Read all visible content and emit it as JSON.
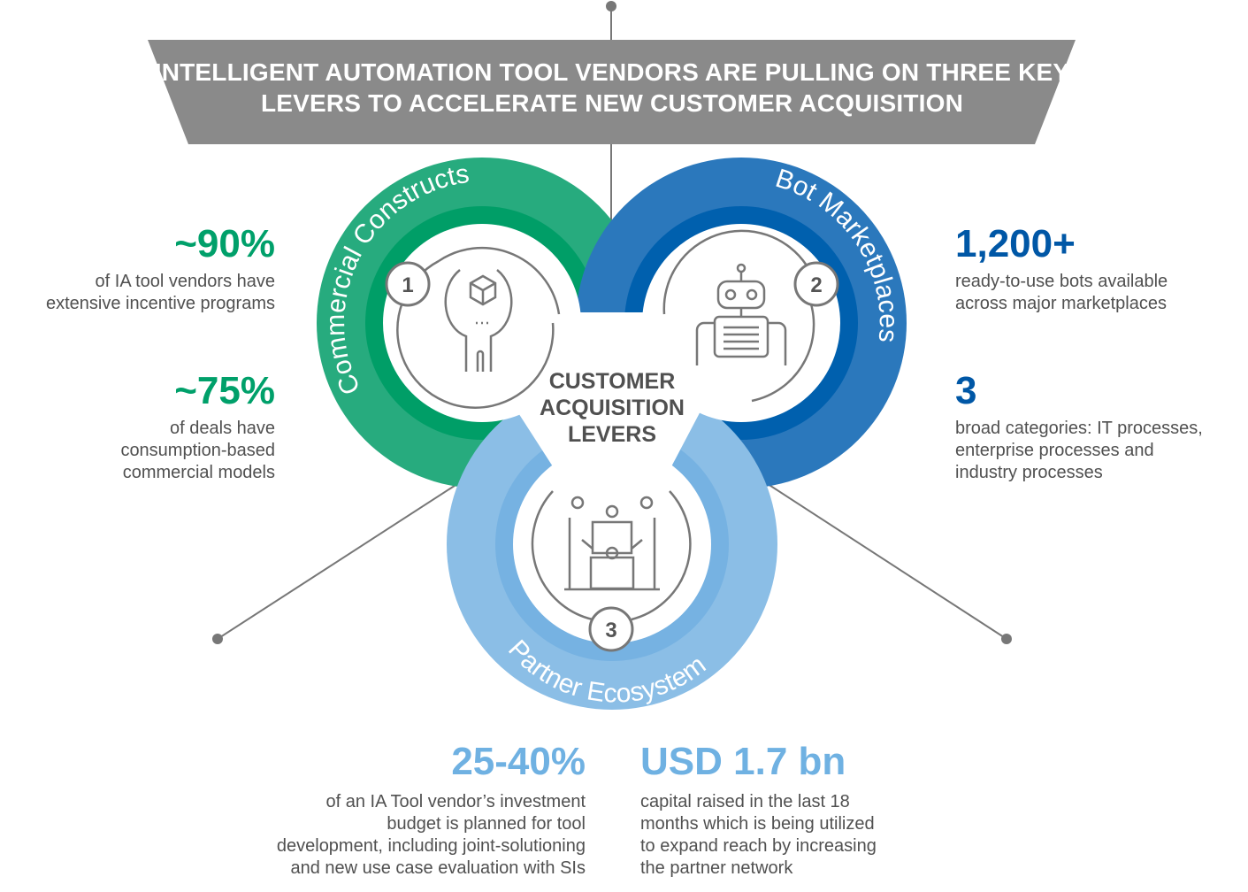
{
  "banner": {
    "line1": "INTELLIGENT AUTOMATION TOOL VENDORS ARE PULLING ON THREE KEY",
    "line2": "LEVERS TO ACCELERATE NEW CUSTOMER ACQUISITION"
  },
  "center_label": {
    "line1": "CUSTOMER",
    "line2": "ACQUISITION",
    "line3": "LEVERS"
  },
  "levers": [
    {
      "number": "1",
      "name": "Commercial Constructs",
      "color_outer": "#27AB7E",
      "color_inner": "#009E67",
      "icon": "wrench-box-icon"
    },
    {
      "number": "2",
      "name": "Bot Marketplaces",
      "color_outer": "#2B78BC",
      "color_inner": "#0060AE",
      "icon": "robot-icon"
    },
    {
      "number": "3",
      "name": "Partner Ecosystem",
      "color_outer": "#8BBEE6",
      "color_inner": "#76B2E2",
      "icon": "partners-puzzle-icon"
    }
  ],
  "stats": {
    "left": [
      {
        "value": "~90%",
        "desc": [
          "of IA tool vendors have",
          "extensive incentive programs"
        ]
      },
      {
        "value": "~75%",
        "desc": [
          "of deals have",
          "consumption-based",
          "commercial models"
        ]
      }
    ],
    "right": [
      {
        "value": "1,200+",
        "desc": [
          "ready-to-use bots available",
          "across major marketplaces"
        ]
      },
      {
        "value": "3",
        "desc": [
          "broad categories: IT processes,",
          "enterprise processes and",
          "industry processes"
        ]
      }
    ],
    "bottom": [
      {
        "value": "25-40%",
        "desc": [
          "of an IA Tool vendor’s investment",
          "budget is planned for tool",
          "development, including joint-solutioning",
          "and new use case evaluation with SIs"
        ]
      },
      {
        "value": "USD 1.7 bn",
        "desc": [
          "capital raised in the last 18",
          "months which is being utilized",
          "to expand reach by increasing",
          "the partner network"
        ]
      }
    ]
  }
}
